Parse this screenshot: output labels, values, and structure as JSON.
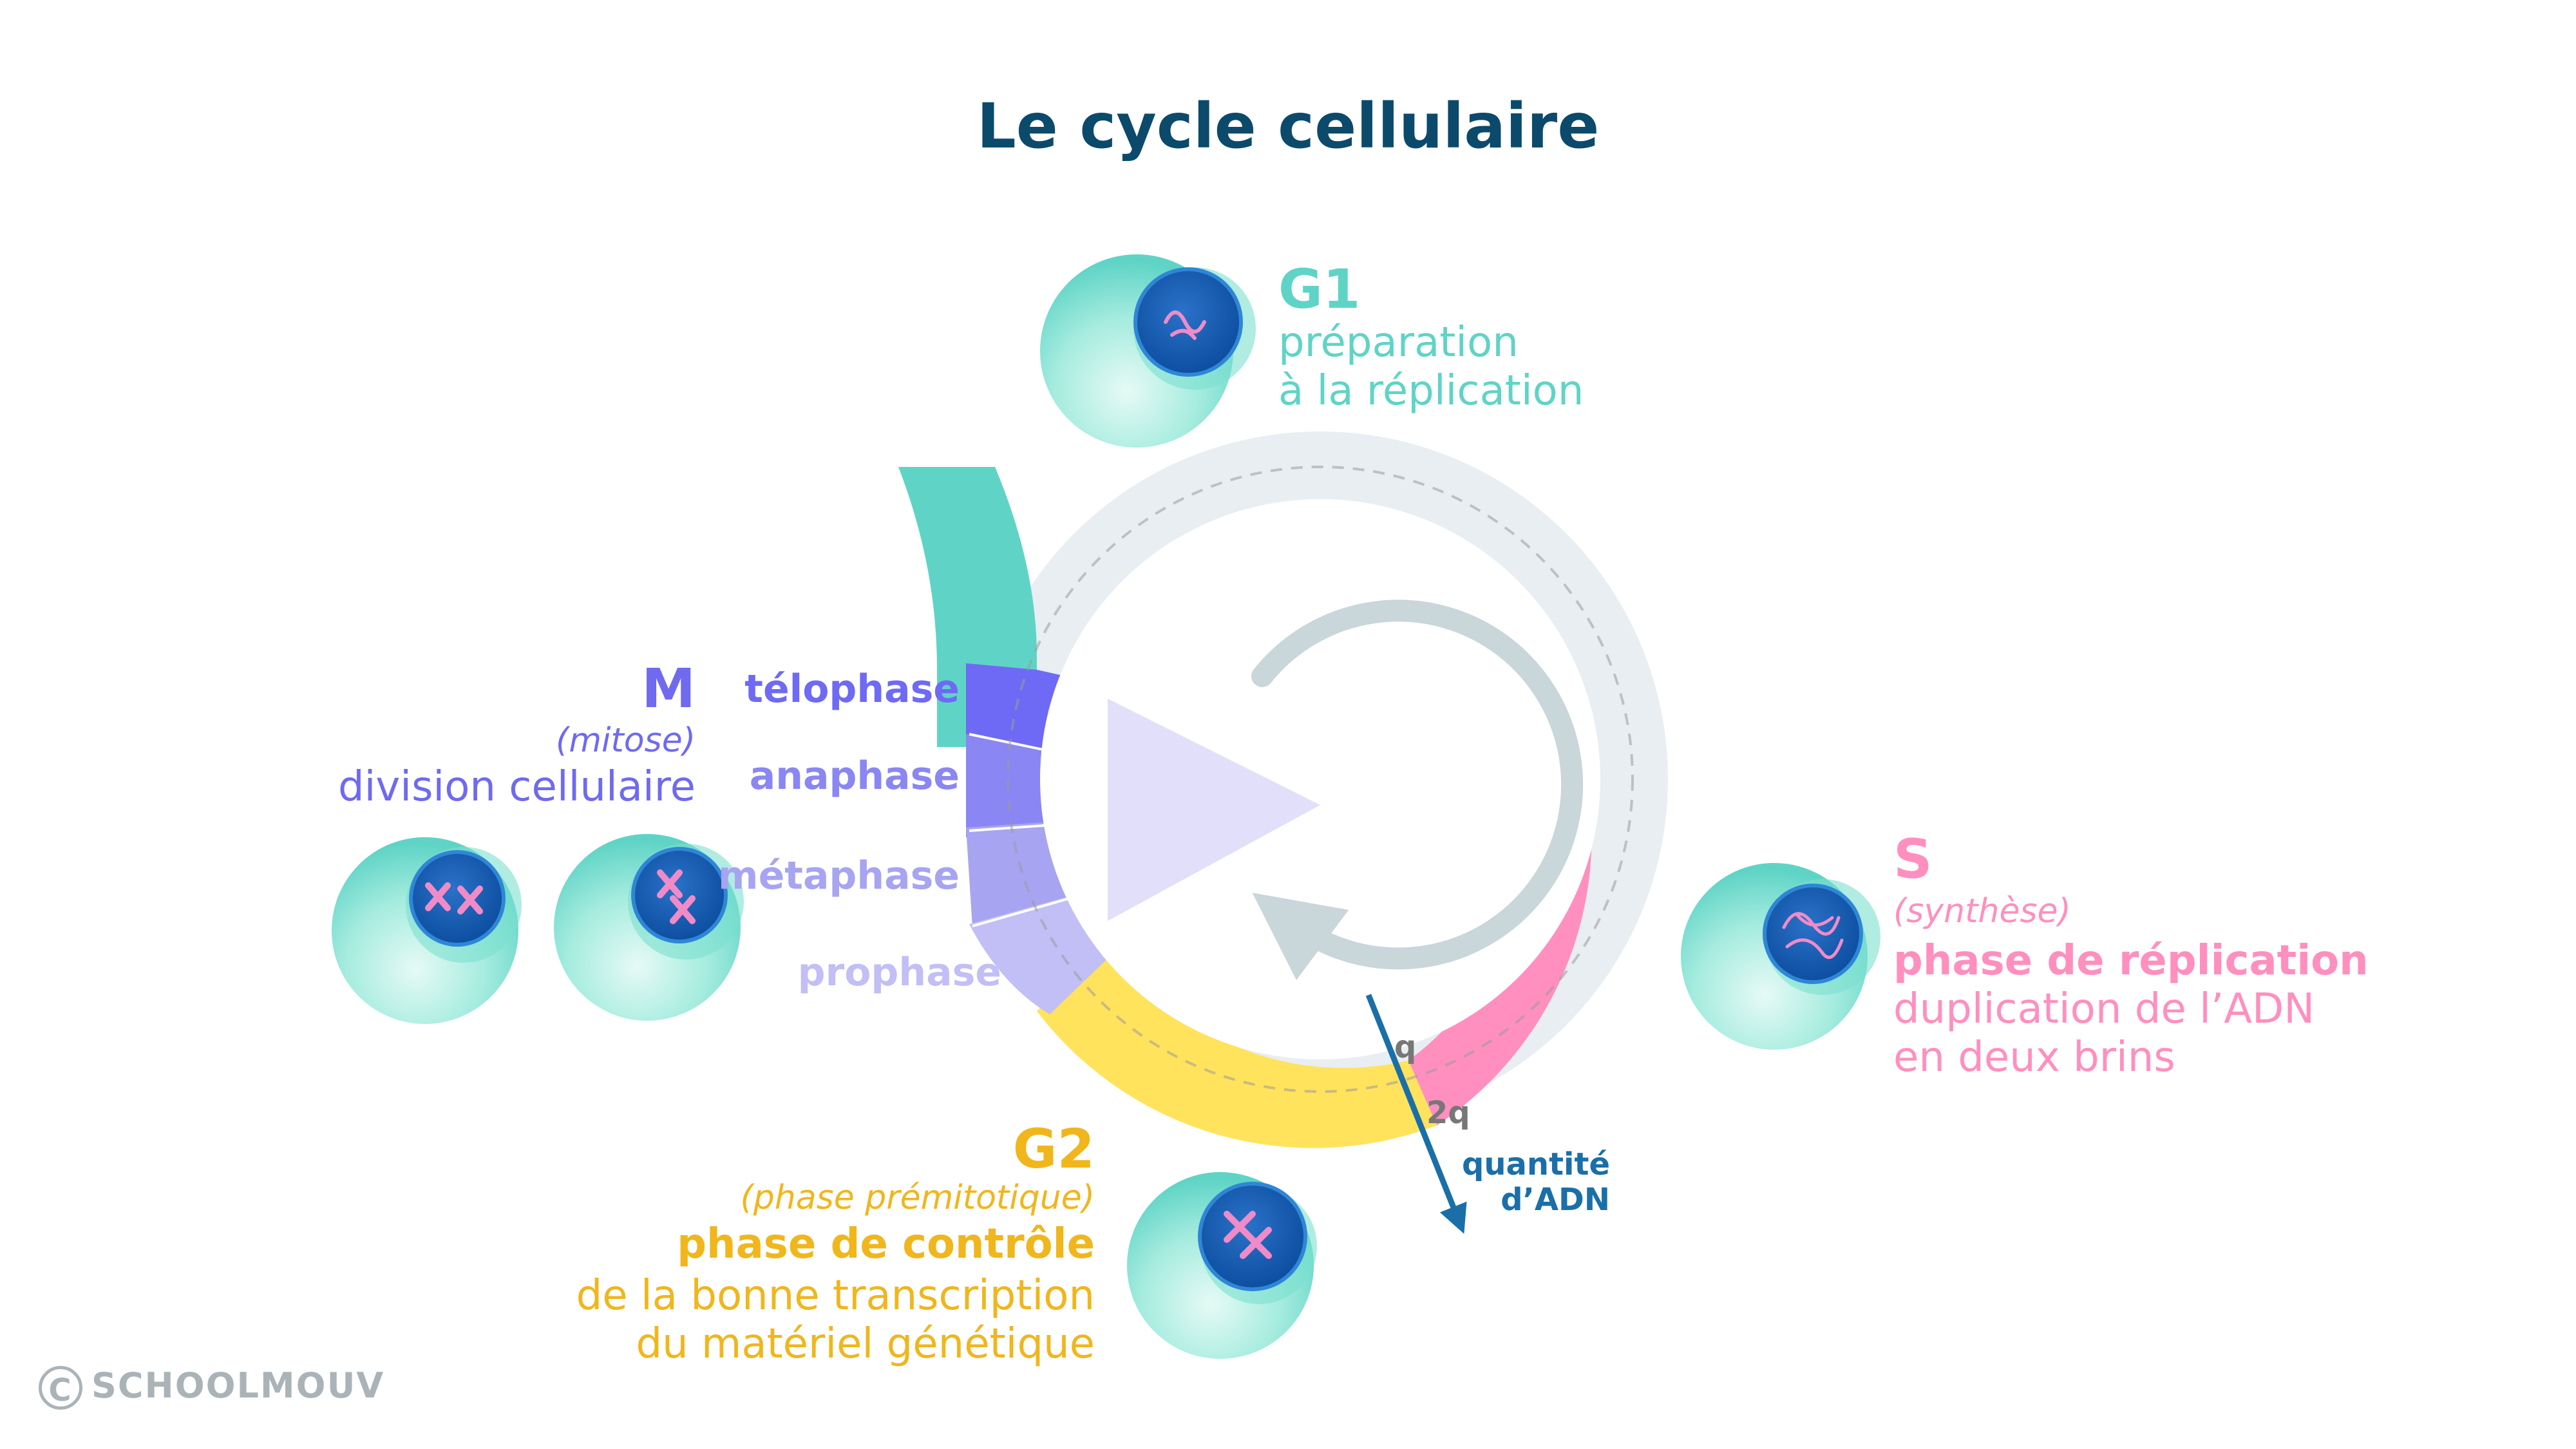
{
  "title": "Le cycle cellulaire",
  "colors": {
    "title": "#0b4a6b",
    "g1": "#5fd4c6",
    "s": "#ff8fbf",
    "g2": "#ffe35c",
    "g2_text": "#f0b61c",
    "mitosis": "#6f6af0",
    "telophase": "#6e6af5",
    "anaphase": "#8a86f3",
    "metaphase": "#a7a4f2",
    "prophase": "#c1bff5",
    "ring_bg": "#e8eef1",
    "arrow": "#c9d6da",
    "dna_axis": "#1a6fa8",
    "axis_label": "#777777",
    "cell": "#7be0cf",
    "nucleus": "#1a5fb4",
    "chromosome": "#f08bc8",
    "watermark": "#aab4b8"
  },
  "phases": {
    "g1": {
      "label": "G1",
      "lines": [
        "préparation",
        "à la réplication"
      ]
    },
    "s": {
      "label": "S",
      "subtitle": "(synthèse)",
      "heading": "phase de réplication",
      "lines": [
        "duplication de l’ADN",
        "en deux brins"
      ]
    },
    "g2": {
      "label": "G2",
      "subtitle": "(phase prémitotique)",
      "heading": "phase de contrôle",
      "lines": [
        "de la bonne transcription",
        "du matériel génétique"
      ]
    },
    "m": {
      "label": "M",
      "subtitle": "(mitose)",
      "line": "division cellulaire"
    }
  },
  "mitosis_stages": [
    "télophase",
    "anaphase",
    "métaphase",
    "prophase"
  ],
  "dna_axis": {
    "tick_q": "q",
    "tick_2q": "2q",
    "label_line1": "quantité",
    "label_line2": "d’ADN"
  },
  "watermark": {
    "mark": "C",
    "text": "SCHOOLMOUV"
  }
}
